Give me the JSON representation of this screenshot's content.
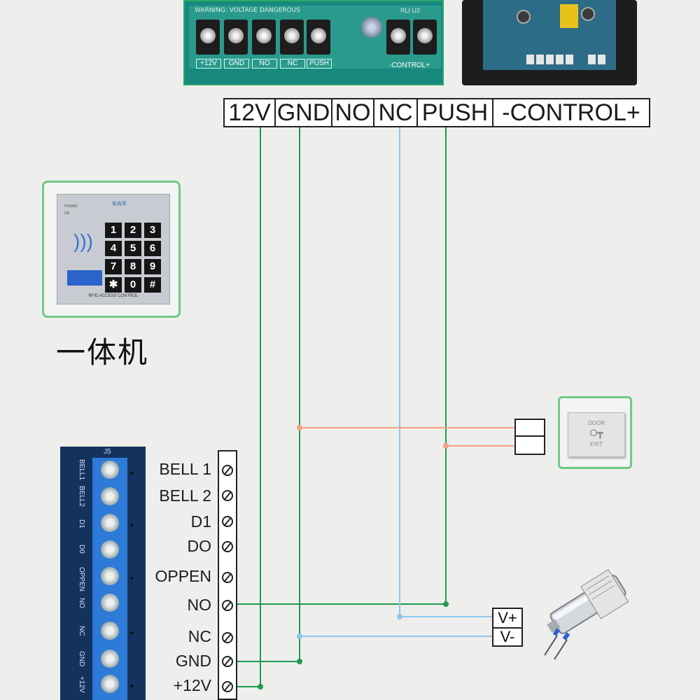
{
  "psu": {
    "warning_text": "WARNING: VOLTAGE DANGEROUS",
    "relay_label": "RLI U2",
    "terminal_labels": [
      "+12V",
      "GND",
      "NO",
      "NC",
      "PUSH"
    ],
    "control_label": "-CONTROL+"
  },
  "label_bar": [
    "12V",
    "GND",
    "NO",
    "NC",
    "PUSH",
    "-CONTROL+"
  ],
  "keypad": {
    "led_power": "POWER",
    "led_ok": "OK",
    "brand": "安尚军",
    "keys": [
      "1",
      "2",
      "3",
      "4",
      "5",
      "6",
      "7",
      "8",
      "9",
      "✱",
      "0",
      "#"
    ],
    "footer": "RFID ACCESS CONTROL",
    "caption": "一体机"
  },
  "exit_button": {
    "top_text": "DOOR",
    "bottom_text": "EXIT"
  },
  "board": {
    "header": "J5",
    "labels": [
      "BELL1",
      "BELL2",
      "D1",
      "D0",
      "OPPEN",
      "NO",
      "NC",
      "GND",
      "+12V"
    ]
  },
  "terminals": [
    "BELL 1",
    "BELL 2",
    "D1",
    "DO",
    "OPPEN",
    "NO",
    "NC",
    "GND",
    "+12V"
  ],
  "lock_terminals": {
    "plus": "V+",
    "minus": "V-"
  },
  "wire_colors": {
    "green": "#1f9a4e",
    "blue": "#8fc6ee",
    "orange": "#f4a183"
  }
}
